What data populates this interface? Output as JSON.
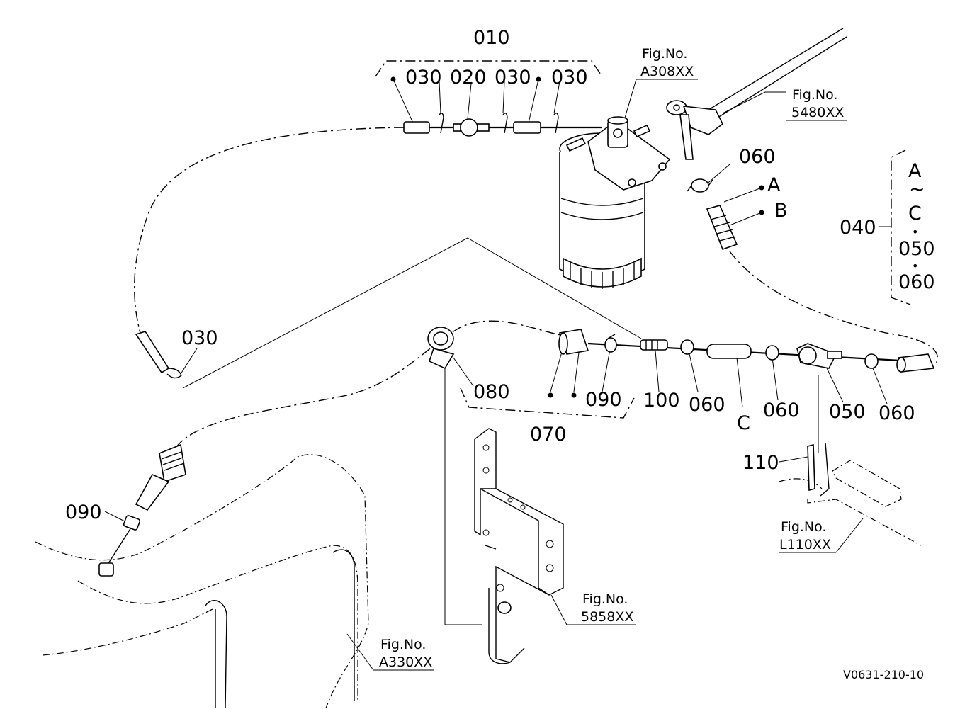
{
  "drawing": {
    "code": "V0631-210-10",
    "parts": {
      "p010": "010",
      "p020": "020",
      "p030a": "030",
      "p030b": "030",
      "p030c": "030",
      "p030d": "030",
      "p040": "040",
      "p050": "050",
      "p060a": "060",
      "p060b": "060",
      "p060c": "060",
      "p060d": "060",
      "p070": "070",
      "p080": "080",
      "p090a": "090",
      "p090b": "090",
      "p100": "100",
      "p110": "110"
    },
    "letters": {
      "a": "A",
      "b": "B",
      "c": "C"
    },
    "kit_040": {
      "a": "A",
      "tilde": "~",
      "c": "C",
      "dot1": "•",
      "p050": "050",
      "dot2": "•",
      "p060": "060"
    },
    "figrefs": {
      "a308": {
        "label": "Fig.No.",
        "number": "A308XX"
      },
      "f5480": {
        "label": "Fig.No.",
        "number": "5480XX"
      },
      "l110": {
        "label": "Fig.No.",
        "number": "L110XX"
      },
      "f5858": {
        "label": "Fig.No.",
        "number": "5858XX"
      },
      "a330": {
        "label": "Fig.No.",
        "number": "A330XX"
      }
    }
  }
}
